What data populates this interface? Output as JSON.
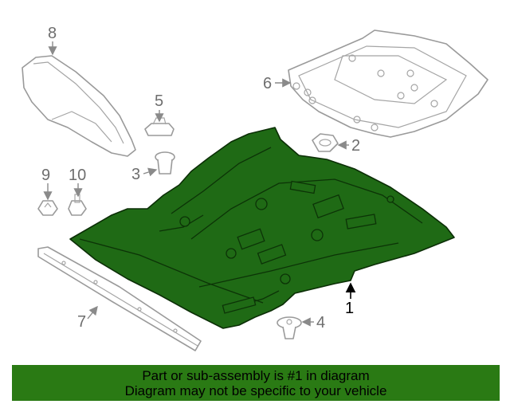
{
  "callouts": {
    "c1": "1",
    "c2": "2",
    "c3": "3",
    "c4": "4",
    "c5": "5",
    "c6": "6",
    "c7": "7",
    "c8": "8",
    "c9": "9",
    "c10": "10"
  },
  "banner": {
    "line1": "Part or sub-assembly is #1 in diagram",
    "line2": "Diagram may not be specific to your vehicle"
  },
  "colors": {
    "highlight": "#1f6a15",
    "banner": "#2a7a14"
  }
}
